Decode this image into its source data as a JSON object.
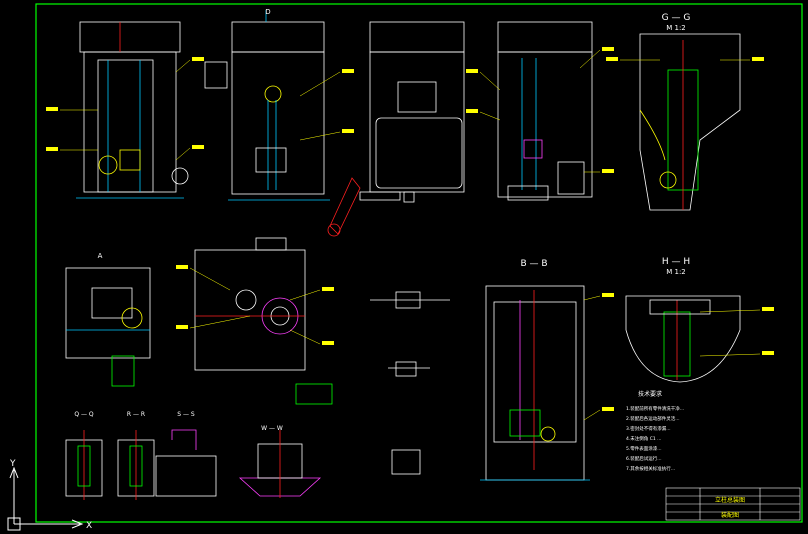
{
  "drawing": {
    "colors": {
      "background": "#000000",
      "outline": "#ffffff",
      "leader": "#ffff00",
      "cyan": "#00c8ff",
      "green": "#00ff00",
      "red": "#ff2020",
      "magenta": "#ff40ff"
    },
    "section_titles": {
      "g": "G — G",
      "g_scale": "M 1:2",
      "b": "B — B",
      "h": "H — H",
      "h_scale": "M 1:2",
      "a": "A",
      "d_top": "D",
      "q": "Q — Q",
      "r": "R — R",
      "s": "S — S",
      "w": "W — W"
    },
    "tech_notes": {
      "heading": "技术要求",
      "lines": [
        "1.装配前所有零件清洗干净...",
        "2.装配后各运动部件灵活...",
        "3.密封处不得有渗漏...",
        "4.未注倒角 C1 ...",
        "5.零件表面涂漆...",
        "6.装配后试运行...",
        "7.其余按相关标准执行..."
      ]
    },
    "title_block": {
      "name": "立柱总装图",
      "sub": "装配图"
    },
    "ucs": {
      "x": "X",
      "y": "Y"
    }
  }
}
